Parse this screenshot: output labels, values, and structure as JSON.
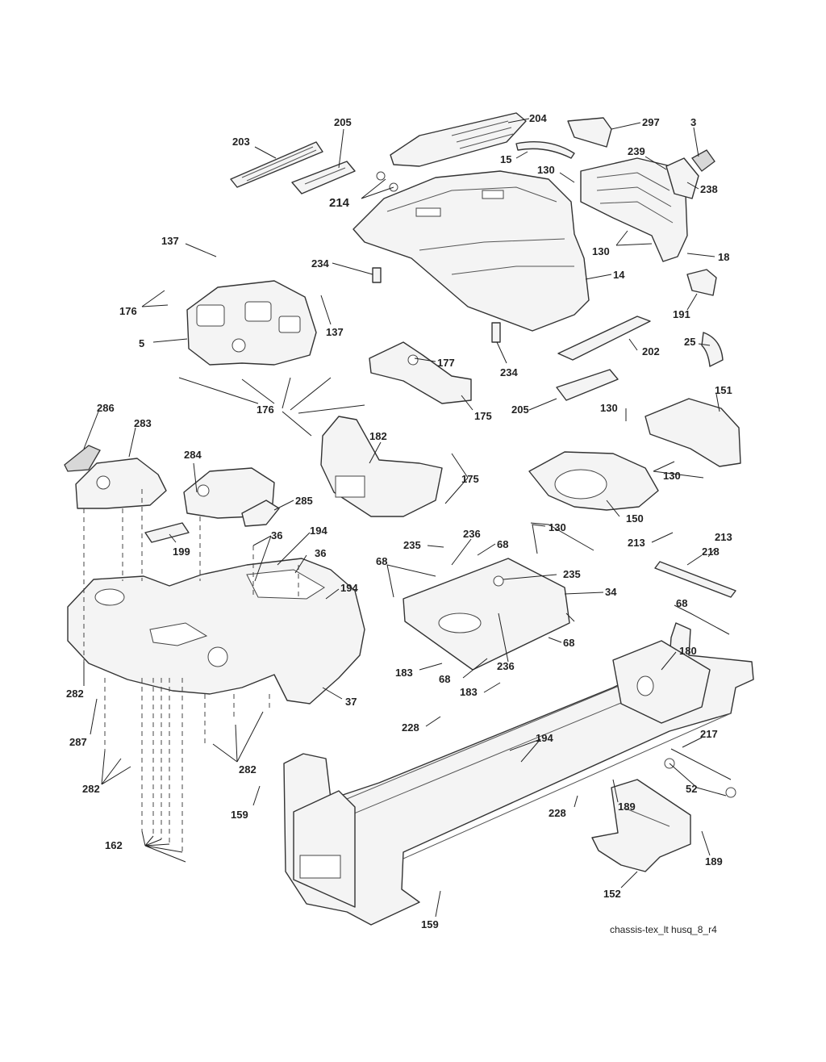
{
  "caption": "chassis-tex_lt husq_8_r4",
  "callouts": {
    "c203": "203",
    "c205a": "205",
    "c204": "204",
    "c297": "297",
    "c3": "3",
    "c15": "15",
    "c130a": "130",
    "c239": "239",
    "c214": "214",
    "c238": "238",
    "c137a": "137",
    "c234a": "234",
    "c130b": "130",
    "c18": "18",
    "c14": "14",
    "c176a": "176",
    "c5": "5",
    "c137b": "137",
    "c191": "191",
    "c177": "177",
    "c202": "202",
    "c25": "25",
    "c234b": "234",
    "c176b": "176",
    "c175a": "175",
    "c205b": "205",
    "c130c": "130",
    "c151": "151",
    "c286": "286",
    "c283": "283",
    "c182": "182",
    "c130d": "130",
    "c284": "284",
    "c175b": "175",
    "c285": "285",
    "c150": "150",
    "c36a": "36",
    "c194a": "194",
    "c199": "199",
    "c235a": "235",
    "c236a": "236",
    "c68a": "68",
    "c130e": "130",
    "c213a": "213",
    "c213b": "213",
    "c36b": "36",
    "c68b": "68",
    "c218": "218",
    "c235b": "235",
    "c194b": "194",
    "c34": "34",
    "c68c": "68",
    "c68d": "68",
    "c282a": "282",
    "c183a": "183",
    "c68e": "68",
    "c236b": "236",
    "c180": "180",
    "c37": "37",
    "c183b": "183",
    "c287": "287",
    "c228a": "228",
    "c217": "217",
    "c194c": "194",
    "c282b": "282",
    "c282c": "282",
    "c52": "52",
    "c159a": "159",
    "c189a": "189",
    "c228b": "228",
    "c162": "162",
    "c189b": "189",
    "c152": "152",
    "c159b": "159"
  }
}
